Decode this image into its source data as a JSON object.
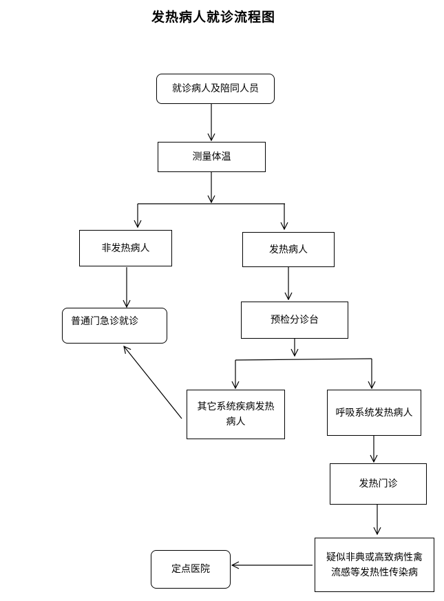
{
  "title": "发热病人就诊流程图",
  "nodes": {
    "patient_escort": "就诊病人及陪同人员",
    "measure_temp": "测量体温",
    "non_fever": "非发热病人",
    "fever": "发热病人",
    "general_clinic": "普通门急诊就诊",
    "triage": "预检分诊台",
    "other_system_line1": "其它系统疾病发热",
    "other_system_line2": "病人",
    "respiratory": "呼吸系统发热病人",
    "fever_clinic": "发热门诊",
    "suspected_line1": "疑似非典或高致病性禽",
    "suspected_line2": "流感等发热性传染病",
    "designated_hospital": "定点医院"
  }
}
